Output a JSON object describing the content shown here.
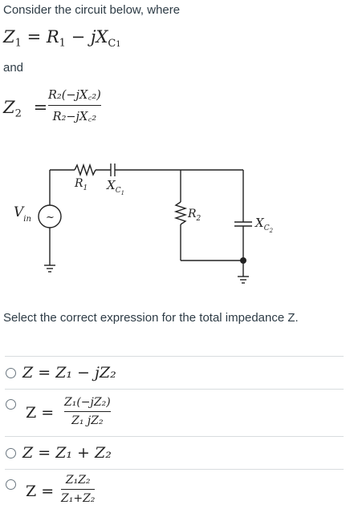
{
  "question": {
    "intro": "Consider the circuit below, where",
    "z1_def": {
      "lhs": "Z",
      "lhs_sub": "1",
      "eq": "=",
      "r": "R",
      "r_sub": "1",
      "minus": "−",
      "jx": "jX",
      "x_sub": "C",
      "x_subsub": "1"
    },
    "and_label": "and",
    "z2_def": {
      "lhs": "Z",
      "lhs_sub": "2",
      "eq": "=",
      "num": "R₂(−jX꜀₂)",
      "den": "R₂−jX꜀₂"
    },
    "instruction": "Select the correct expression for the total impedance Z."
  },
  "circuit": {
    "source_label": "V",
    "source_sub": "in",
    "source_symbol": "~",
    "r1_label": "R",
    "r1_sub": "1",
    "xc1_label": "X",
    "xc1_sub": "C",
    "xc1_subsub": "1",
    "r2_label": "R",
    "r2_sub": "2",
    "xc2_label": "X",
    "xc2_sub": "C",
    "xc2_subsub": "2"
  },
  "options": [
    {
      "text": "Z = Z₁ − jZ₂",
      "selected": false
    },
    {
      "num": "Z₁(−jZ₂)",
      "den": "Z₁ jZ₂",
      "lhs": "Z =",
      "selected": false
    },
    {
      "text": "Z = Z₁ + Z₂",
      "selected": false
    },
    {
      "num": "Z₁Z₂",
      "den": "Z₁+Z₂",
      "lhs": "Z =",
      "selected": false
    }
  ]
}
